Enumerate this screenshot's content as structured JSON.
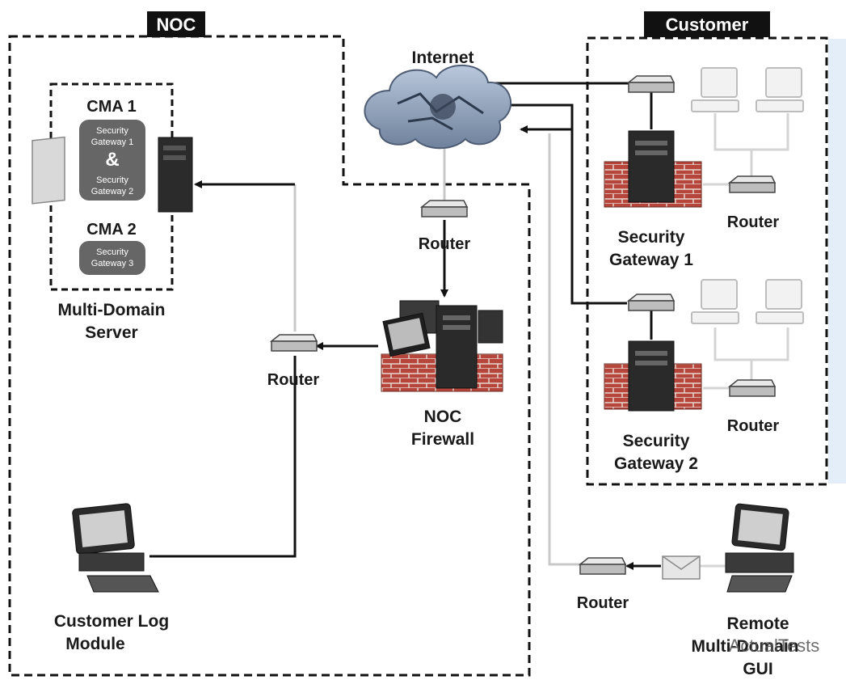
{
  "regions": {
    "noc": "NOC",
    "customer": "Customer"
  },
  "internet": "Internet",
  "mds": {
    "cma1": "CMA 1",
    "cma1_gw1_line1": "Security",
    "cma1_gw1_line2": "Gateway 1",
    "ampersand": "&",
    "cma1_gw2_line1": "Security",
    "cma1_gw2_line2": "Gateway 2",
    "cma2": "CMA 2",
    "cma2_gw3_line1": "Security",
    "cma2_gw3_line2": "Gateway 3",
    "label_line1": "Multi-Domain",
    "label_line2": "Server"
  },
  "routers": {
    "noc_top": "Router",
    "noc_mid": "Router",
    "cust1": "Router",
    "cust2": "Router",
    "remote": "Router"
  },
  "noc_firewall": {
    "line1": "NOC",
    "line2": "Firewall"
  },
  "sg1": {
    "line1": "Security",
    "line2": "Gateway 1"
  },
  "sg2": {
    "line1": "Security",
    "line2": "Gateway 2"
  },
  "log_module": {
    "line1": "Customer Log",
    "line2": "Module"
  },
  "remote_gui": {
    "line1": "Remote",
    "line2": "Multi-Domain",
    "line3": "GUI"
  },
  "watermark": "ActualTests",
  "colors": {
    "tag_bg": "#111111",
    "brick": "#b6463c",
    "cloud": "#8fa3bd",
    "pill": "#666666"
  }
}
